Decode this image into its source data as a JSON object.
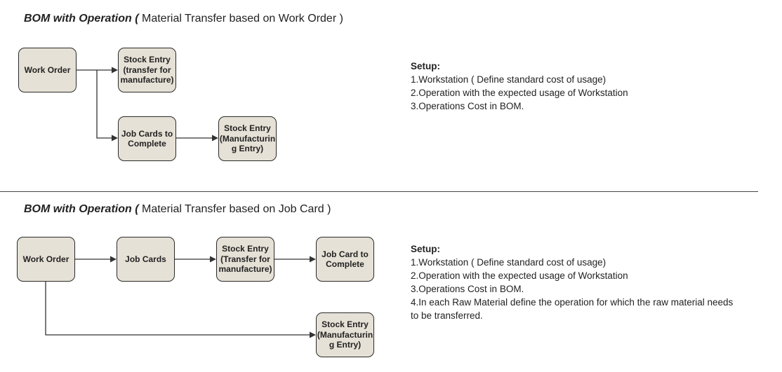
{
  "sections": [
    {
      "title_bold": "BOM with Operation (",
      "title_rest": " Material Transfer based on Work Order )",
      "nodes": {
        "work_order": "Work Order",
        "stock_entry_transfer": "Stock Entry\n(transfer for\nmanufacture)",
        "job_cards": "Job Cards to\nComplete",
        "stock_entry_manufacturing": "Stock Entry\n(Manufacturin\ng Entry)"
      },
      "setup": {
        "heading": "Setup:",
        "items": [
          "1.Workstation ( Define standard cost of usage)",
          "2.Operation with the expected usage of Workstation",
          "3.Operations Cost in BOM."
        ]
      }
    },
    {
      "title_bold": "BOM with Operation (",
      "title_rest": " Material Transfer based on Job Card )",
      "nodes": {
        "work_order": "Work Order",
        "job_cards": "Job Cards",
        "stock_entry_transfer": "Stock Entry\n(Transfer for\nmanufacture)",
        "job_card_complete": "Job Card to\nComplete",
        "stock_entry_manufacturing": "Stock Entry\n(Manufacturin\ng Entry)"
      },
      "setup": {
        "heading": "Setup:",
        "items": [
          "1.Workstation ( Define standard cost of usage)",
          "2.Operation with the expected usage of Workstation",
          "3.Operations Cost in BOM.",
          "4.In each Raw Material define the operation for which the raw material needs\nto be transferred."
        ]
      }
    }
  ],
  "colors": {
    "node_fill": "#e6e1d6",
    "node_border": "#2a2a2a",
    "connector": "#333333"
  }
}
